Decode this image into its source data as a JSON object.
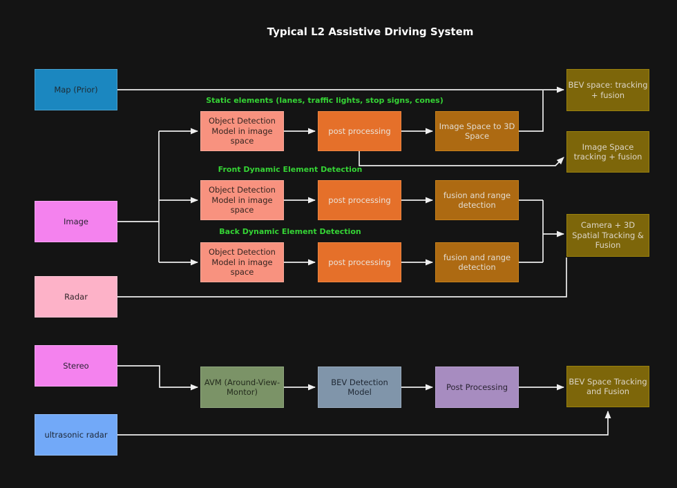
{
  "title": "Typical L2  Assistive Driving System",
  "section_labels": {
    "static": "Static elements (lanes, traffic lights, stop signs, cones)",
    "front": "Front Dynamic Element Detection",
    "back": "Back Dynamic Element Detection"
  },
  "nodes": {
    "map_prior": "Map (Prior)",
    "image": "Image",
    "radar": "Radar",
    "stereo": "Stereo",
    "ultrasonic_radar": "ultrasonic radar",
    "od_static": "Object Detection Model in image space",
    "pp_static": "post processing",
    "image_space_to_3d": "Image Space to 3D Space",
    "od_front": "Object Detection Model in image space",
    "pp_front": "post processing",
    "fusion_front": "fusion and range detection",
    "od_back": "Object Detection Model in image space",
    "pp_back": "post processing",
    "fusion_back": "fusion and range detection",
    "bev_space_tracking": "BEV space: tracking + fusion",
    "image_space_tracking": "Image Space tracking + fusion",
    "camera_3d_tracking": "Camera + 3D Spatial Tracking & Fusion",
    "avm": "AVM (Around-View-Montor)",
    "bev_detection_model": "BEV Detection Model",
    "post_processing_bev": "Post Processing",
    "bev_space_fusion": "BEV Space Tracking and Fusion"
  },
  "palette": {
    "background": "#141414",
    "edge_line": "#efefef",
    "section_label_green": "#35d435",
    "title_white": "#ffffff",
    "node_blue": "#1b87c0",
    "node_violet": "#f482ee",
    "node_pink": "#fdb2c8",
    "node_lightblue": "#72a9f8",
    "node_salmon": "#f8927f",
    "node_orange": "#e5702a",
    "node_brown": "#ad6a12",
    "node_olive": "#7d660a",
    "node_green": "#7b9367",
    "node_slate": "#8095aa",
    "node_purple": "#a78cc0"
  }
}
